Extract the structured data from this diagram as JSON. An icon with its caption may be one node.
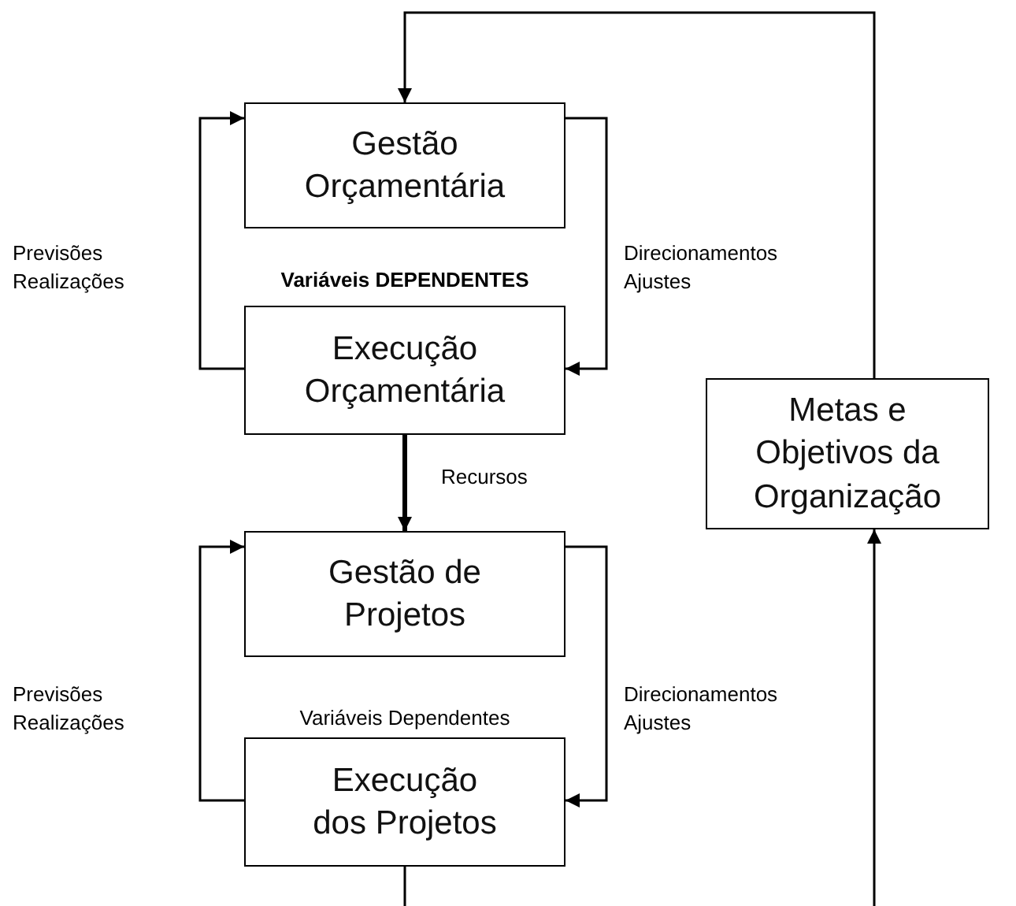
{
  "diagram": {
    "nodes": [
      {
        "text": [
          "Gestão Orçamentária"
        ]
      },
      {
        "text": [
          "Execução Orçamentária"
        ]
      },
      {
        "text": [
          "Gestão de Projetos"
        ]
      },
      {
        "text": [
          "Execução dos Projetos"
        ]
      },
      {
        "text": [
          "Metas e Objetivos da Organização"
        ]
      }
    ],
    "edges": [
      {
        "from": 4,
        "to": 0,
        "arrow": "to"
      },
      {
        "from": 1,
        "to": 0,
        "arrow": "to",
        "label": "Previsões Realizações"
      },
      {
        "from": 0,
        "to": 1,
        "arrow": "to",
        "label": "Direcionamentos Ajustes"
      },
      {
        "from": 1,
        "to": 2,
        "arrow": "to",
        "label": "Recursos",
        "style": "thick"
      },
      {
        "from": 3,
        "to": 2,
        "arrow": "to",
        "label": "Previsões Realizações"
      },
      {
        "from": 2,
        "to": 3,
        "arrow": "to",
        "label": "Direcionamentos Ajustes"
      },
      {
        "from": 3,
        "to": 4,
        "arrow": "to"
      }
    ],
    "labels": [
      "Variáveis DEPENDENTES",
      "Variáveis Dependentes"
    ]
  }
}
